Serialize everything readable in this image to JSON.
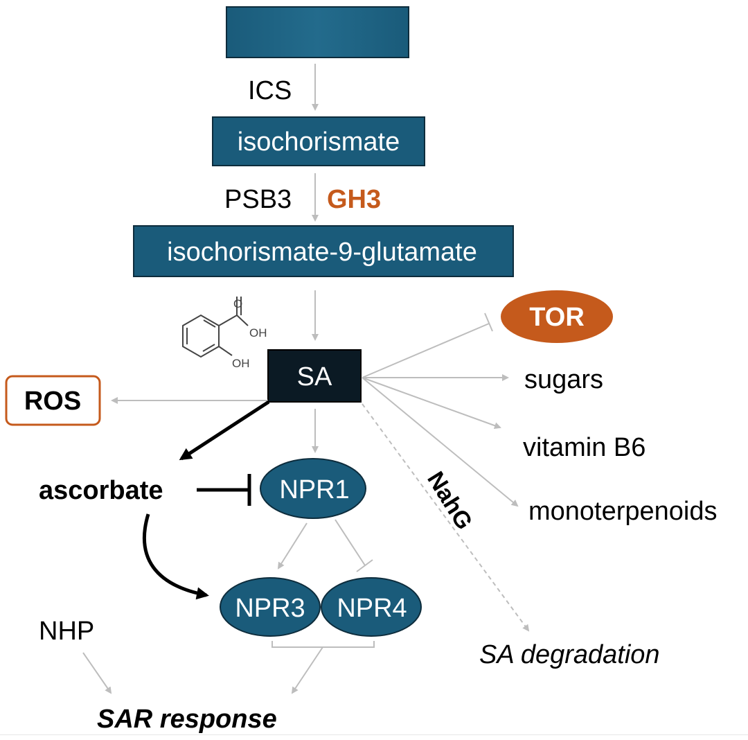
{
  "colors": {
    "box_fill": "#1a5b7a",
    "box_border": "#0d2c3c",
    "sa_fill": "#0b1a24",
    "accent_orange": "#c55a1c",
    "gray_arrow": "#bdbdbd",
    "black": "#000000"
  },
  "nodes": {
    "top_box": "",
    "isochorismate": "isochorismate",
    "glutamate": "isochorismate-9-glutamate",
    "sa": "SA",
    "npr1": "NPR1",
    "npr3": "NPR3",
    "npr4": "NPR4",
    "tor": "TOR",
    "ros": "ROS"
  },
  "labels": {
    "ics": "ICS",
    "psb3": "PSB3",
    "gh3": "GH3",
    "ascorbate": "ascorbate",
    "sugars": "sugars",
    "vitamin_b6": "vitamin B6",
    "monoterpenoids": "monoterpenoids",
    "nahg": "NahG",
    "sa_degradation": "SA degradation",
    "nhp": "NHP",
    "sar_response": "SAR response"
  },
  "structure": {
    "icon": "salicylic-acid-structure-icon",
    "o_label": "O",
    "oh_label": "OH",
    "oh2_label": "OH"
  }
}
